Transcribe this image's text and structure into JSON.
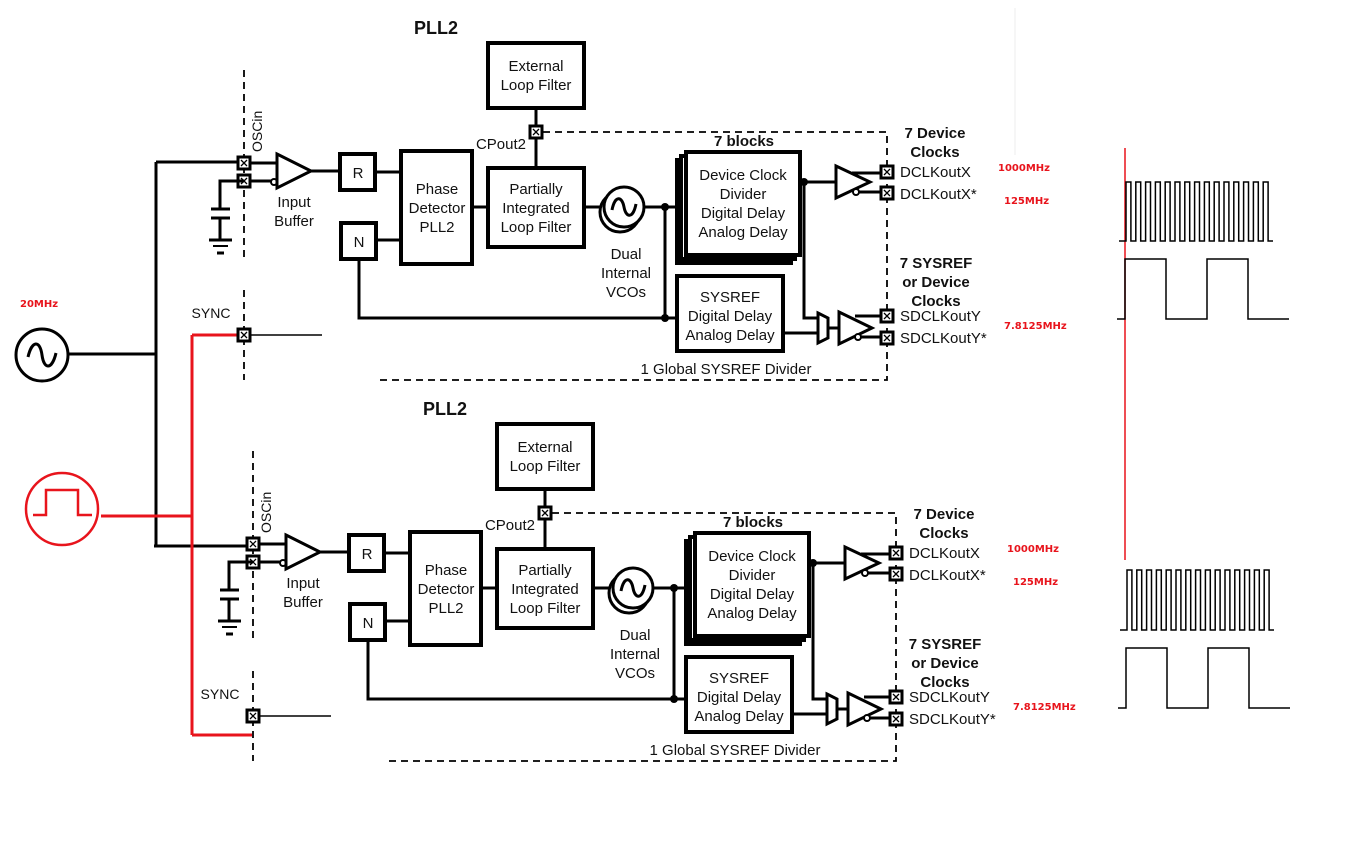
{
  "sources": {
    "sine_source": {
      "label": "20MHz"
    },
    "pulse_source": {
      "label": ""
    }
  },
  "plls": [
    {
      "title": "PLL2",
      "oscin_label": "OSCin",
      "input_buffer": [
        "Input",
        "Buffer"
      ],
      "sync_label": "SYNC",
      "r_label": "R",
      "n_label": "N",
      "phase_detector": [
        "Phase",
        "Detector",
        "PLL2"
      ],
      "external_loop_filter": [
        "External",
        "Loop Filter"
      ],
      "cpout_label": "CPout2",
      "partial_loop_filter": [
        "Partially",
        "Integrated",
        "Loop Filter"
      ],
      "vco_label": [
        "Dual",
        "Internal",
        "VCOs"
      ],
      "blocks_label": "7 blocks",
      "device_clock_block": [
        "Device Clock",
        "Divider",
        "Digital Delay",
        "Analog Delay"
      ],
      "sysref_block": [
        "SYSREF",
        "Digital Delay",
        "Analog Delay"
      ],
      "global_sysref": "1 Global SYSREF Divider",
      "device_clocks_heading": [
        "7 Device",
        "Clocks"
      ],
      "dclk_pins": [
        "DCLKoutX",
        "DCLKoutX*"
      ],
      "sysref_heading": [
        "7 SYSREF",
        "or Device",
        "Clocks"
      ],
      "sdclk_pins": [
        "SDCLKoutY",
        "SDCLKoutY*"
      ],
      "freq_dclk": "1000MHz",
      "freq_dclk_alt": "125MHz",
      "freq_sysref": "7.8125MHz"
    },
    {
      "title": "PLL2",
      "oscin_label": "OSCin",
      "input_buffer": [
        "Input",
        "Buffer"
      ],
      "sync_label": "SYNC",
      "r_label": "R",
      "n_label": "N",
      "phase_detector": [
        "Phase",
        "Detector",
        "PLL2"
      ],
      "external_loop_filter": [
        "External",
        "Loop Filter"
      ],
      "cpout_label": "CPout2",
      "partial_loop_filter": [
        "Partially",
        "Integrated",
        "Loop Filter"
      ],
      "vco_label": [
        "Dual",
        "Internal",
        "VCOs"
      ],
      "blocks_label": "7 blocks",
      "device_clock_block": [
        "Device Clock",
        "Divider",
        "Digital Delay",
        "Analog Delay"
      ],
      "sysref_block": [
        "SYSREF",
        "Digital Delay",
        "Analog Delay"
      ],
      "global_sysref": "1 Global SYSREF Divider",
      "device_clocks_heading": [
        "7 Device",
        "Clocks"
      ],
      "dclk_pins": [
        "DCLKoutX",
        "DCLKoutX*"
      ],
      "sysref_heading": [
        "7 SYSREF",
        "or Device",
        "Clocks"
      ],
      "sdclk_pins": [
        "SDCLKoutY",
        "SDCLKoutY*"
      ],
      "freq_dclk": "1000MHz",
      "freq_dclk_alt": "125MHz",
      "freq_sysref": "7.8125MHz"
    }
  ],
  "waveforms": [
    {
      "name": "device-clock-waveform-top",
      "type": "fast-clock",
      "pulses": 15
    },
    {
      "name": "sysref-waveform-top",
      "type": "slow-clock",
      "pulses": 2
    },
    {
      "name": "device-clock-waveform-bottom",
      "type": "fast-clock",
      "pulses": 15
    },
    {
      "name": "sysref-waveform-bottom",
      "type": "slow-clock",
      "pulses": 2
    }
  ],
  "colors": {
    "annotation_red": "#e8141c",
    "line_black": "#000000"
  }
}
